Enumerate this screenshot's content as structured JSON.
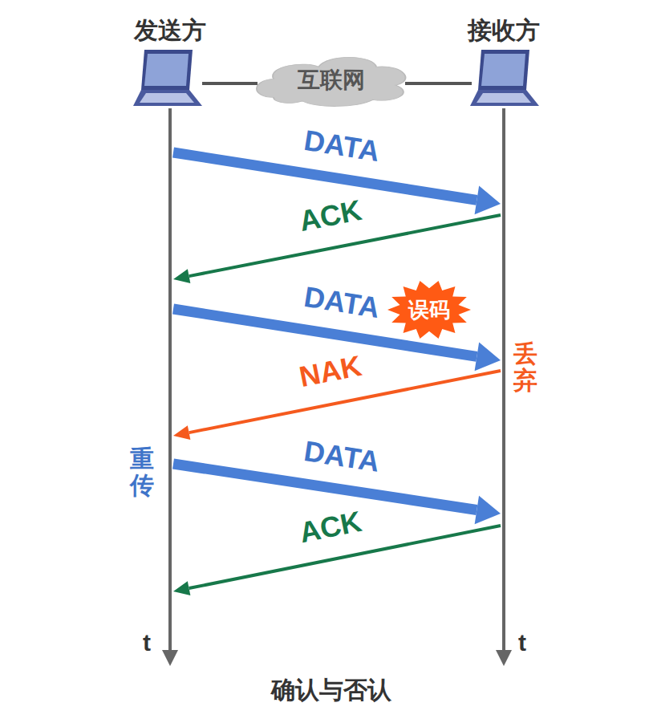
{
  "diagram": {
    "caption": "确认与否认",
    "nodes": [
      {
        "text": [
          "发送方"
        ]
      },
      {
        "text": [
          "互联网"
        ]
      },
      {
        "text": [
          "接收方"
        ]
      },
      {
        "text": [
          "误码"
        ]
      }
    ],
    "edges": [
      {
        "from": 0,
        "to": 1,
        "arrow": "none"
      },
      {
        "from": 1,
        "to": 2,
        "arrow": "none"
      },
      {
        "from": 0,
        "to": 2,
        "label": "DATA",
        "arrow": "to"
      },
      {
        "from": 2,
        "to": 0,
        "label": "ACK",
        "arrow": "to"
      },
      {
        "from": 0,
        "to": 2,
        "label": "DATA",
        "arrow": "to"
      },
      {
        "from": 2,
        "to": 0,
        "label": "NAK",
        "arrow": "to"
      },
      {
        "from": 0,
        "to": 2,
        "label": "DATA",
        "arrow": "to"
      },
      {
        "from": 2,
        "to": 0,
        "label": "ACK",
        "arrow": "to"
      }
    ],
    "labels": [
      "丢弃",
      "重传",
      "t",
      "t"
    ]
  }
}
